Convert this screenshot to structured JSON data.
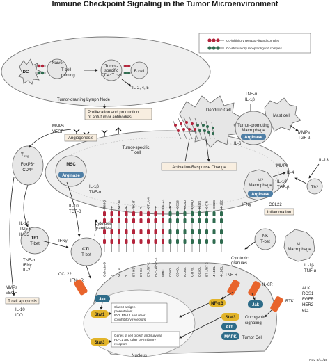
{
  "title": "Immune Checkpoint Signaling in the Tumor Microenvironment",
  "legend": {
    "inhibitory": "Co-inhibitory receptor-ligand complex",
    "stimulatory": "Co-stimulatory receptor-ligand complex"
  },
  "lymph_node": {
    "label": "Tumor-draining Lymph Node",
    "dc": "DC",
    "naive_line1": "Naive",
    "naive_line2": "T cell",
    "priming_line1": "T cell",
    "priming_line2": "priming",
    "cd4_line1": "Tumor-",
    "cd4_line2": "specific",
    "cd4_line3": "CD4⁺T cell",
    "bcell": "B cell",
    "il": "IL-2, 4, 5"
  },
  "boxes": {
    "antibodies_line1": "Proliferation and production",
    "antibodies_line2": "of anti-tumor antibodies",
    "angiogenesis": "Angiogenesis",
    "activation": "Activation/Response Change",
    "inflammation": "Inflammation",
    "apoptosis": "T cell apoptosis"
  },
  "cells": {
    "tumor_t_line1": "Tumor-specific",
    "tumor_t_line2": "T cell",
    "dendritic": "Dendritic Cell",
    "mast": "Mast cell",
    "tpm_line1": "Tumor-promoting",
    "tpm_line2": "Macrophage",
    "arginase": "Arginase",
    "m2_line1": "M2",
    "m2_line2": "Macrophage",
    "th2": "Th2",
    "m1_line1": "M1",
    "m1_line2": "Macrophage",
    "nk_line1": "NK",
    "nk_line2": "T-bet",
    "msc": "MSC",
    "treg": "T",
    "treg_sub": "reg",
    "foxp3": "FoxP3⁺",
    "cd4": "CD4⁺",
    "th1_line1": "Th1",
    "th1_line2": "T-bet",
    "ctl_line1": "CTL",
    "ctl_line2": "T-bet",
    "tumor_cell": "Tumor Cell",
    "nucleus": "Nucleus"
  },
  "factors": {
    "tnf_il1b": [
      "TNF-α",
      "IL-1β"
    ],
    "mmps_tgfb": [
      "MMPs",
      "TGF-β"
    ],
    "il6": "IL-6",
    "mmps_vegf_top": [
      "MMPs",
      "VEGF"
    ],
    "mmps_vegf_left": [
      "MMPs",
      "VEGF"
    ],
    "il4": "IL-4",
    "il13": "IL-13",
    "il10_tgfb_m2": [
      "IL-10",
      "TGF-β"
    ],
    "ccl22_right": "CCL22",
    "ifng_nk": "IFNγ",
    "il1b_tnfa_m1": [
      "IL-1β",
      "TNF-α"
    ],
    "cytotoxic_nk": [
      "Cytotoxic",
      "granules"
    ],
    "il10_tgfb_msc": [
      "IL-10",
      "TGF-β"
    ],
    "il1b_tnfa_ctl": [
      "IL-1β",
      "TNF-α"
    ],
    "cytotoxic_ctl": [
      "Cytotoxic",
      "granules"
    ],
    "il10_tgfb_il35": [
      "IL-10",
      "TGF-β",
      "IL-35"
    ],
    "ifng_th1": "IFNγ",
    "tnfa_ifng_il2": [
      "TNF-α",
      "IFNγ",
      "IL-2"
    ],
    "ccl22_left": "CCL22",
    "il10_ido": [
      "IL-10",
      "IDO"
    ]
  },
  "t_cell_receptors": [
    "TIM-3",
    "?",
    "VISTA",
    "?",
    "TIGIT",
    "?",
    "CTLA-4",
    "?",
    "LAG-3",
    "TCR",
    "CD28",
    "CD40",
    "OX40",
    "ICOS",
    "GITR",
    "CD28",
    "4-1BB"
  ],
  "tumor_ligands": [
    "Galectin-9",
    "?",
    "VISTA",
    "?",
    "B7-H3",
    "B7-H4",
    "B7-1/B7-2",
    "PD-L1/PD-L2",
    "MHC",
    "CD40",
    "CD40L",
    "ICOSL",
    "GITRL",
    "OX40L",
    "B7-1/B7-2",
    "4-1BBL",
    "4-1BBL"
  ],
  "receptors": {
    "ifngr": "IFNγ-R",
    "tnfr": "TNF-R",
    "il6r": "IL-6R",
    "rtk": "RTK",
    "rtk_list": [
      "ALK",
      "ROS1",
      "EGFR",
      "HER2",
      "etc."
    ]
  },
  "signaling": {
    "jak_left": "Jak",
    "jak_right": "Jak",
    "stat1": "Stat1",
    "stat3_left": "Stat3",
    "stat3_right": "Stat3",
    "nfkb": "NF-κB",
    "akt": "Akt",
    "mapk": "MAPK",
    "oncogenic_line1": "Oncogenic",
    "oncogenic_line2": "signaling",
    "class1_lines": [
      "Class I antigen",
      "presentation;",
      "IDO; PD-L1 and other",
      "co-inhibitory receptors"
    ],
    "growth_lines": [
      "Genes of cell growth and survival;",
      "PD-L1 and other co-inhibitory",
      "receptors"
    ]
  },
  "watermark": "Nov. 8/14/15",
  "colors": {
    "inhibitory": "#b3243b",
    "stimulatory": "#2f6b4f",
    "arginase": "#4f7fa6",
    "jak": "#2e6c89",
    "stat": "#e2b42a",
    "receptor": "#e8642c"
  }
}
